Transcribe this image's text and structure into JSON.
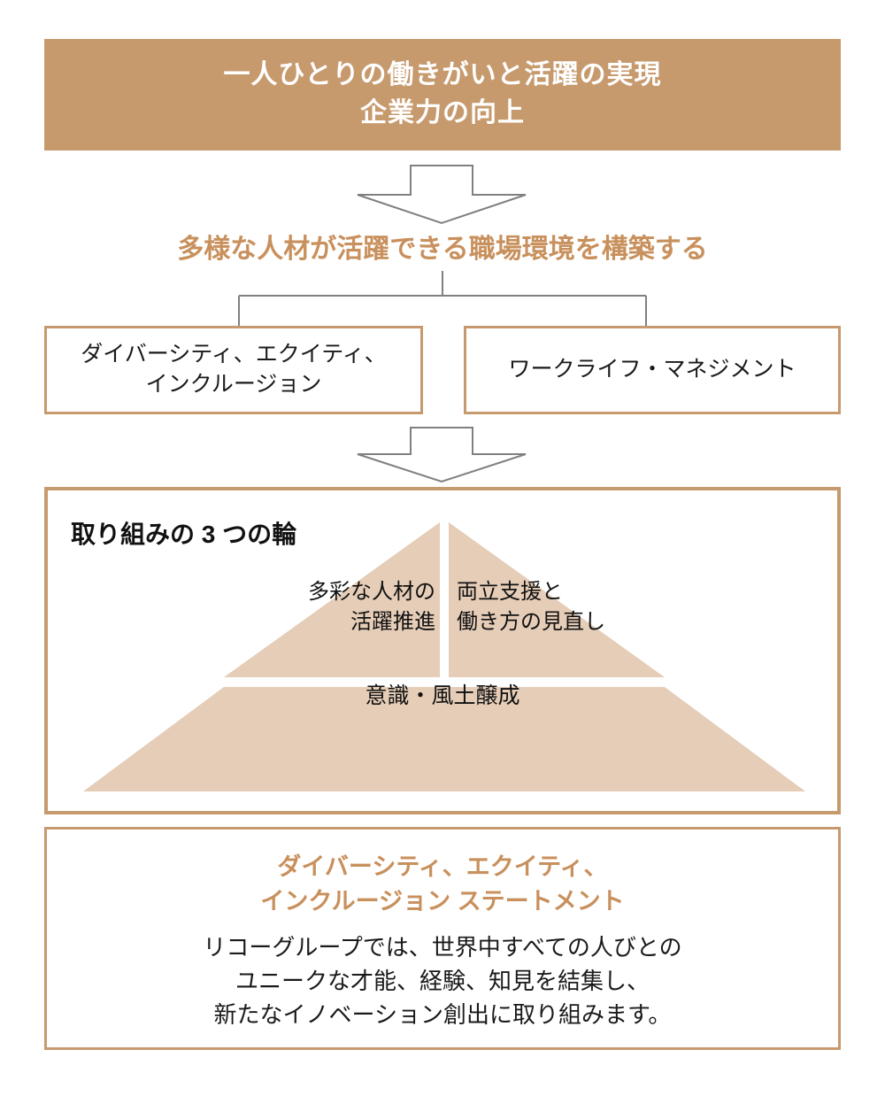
{
  "colors": {
    "banner_bg": "#c79a6e",
    "banner_text": "#ffffff",
    "accent_orange": "#c8905c",
    "box_border": "#c79a6e",
    "pyramid_fill": "#e5cdb8",
    "arrow_stroke": "#808080",
    "connector_stroke": "#808080",
    "body_text": "#1a1a1a"
  },
  "header": {
    "line1": "一人ひとりの働きがいと活躍の実現",
    "line2": "企業力の向上"
  },
  "arrow_top": {
    "icon": "down-block-arrow-icon"
  },
  "subtitle": {
    "text": "多様な人材が活躍できる職場環境を構築する"
  },
  "connector": {
    "icon": "bracket-connector-icon"
  },
  "pillars": [
    {
      "id": "diversity-equity-inclusion",
      "line1": "ダイバーシティ、エクイティ、",
      "line2": "インクルージョン"
    },
    {
      "id": "work-life-management",
      "line1": "ワークライフ・マネジメント",
      "line2": ""
    }
  ],
  "arrow_middle": {
    "icon": "down-block-arrow-icon"
  },
  "pyramid": {
    "heading": "取り組みの 3 つの輪",
    "left_triangle": {
      "line1": "多彩な人材の",
      "line2": "活躍推進"
    },
    "right_triangle": {
      "line1": "両立支援と",
      "line2": "働き方の見直し"
    },
    "base": {
      "label": "意識・風土醸成"
    }
  },
  "statement": {
    "title_line1": "ダイバーシティ、エクイティ、",
    "title_line2": "インクルージョン ステートメント",
    "body_line1": "リコーグループでは、世界中すべての人びとの",
    "body_line2": "ユニークな才能、経験、知見を結集し、",
    "body_line3": "新たなイノベーション創出に取り組みます。"
  }
}
